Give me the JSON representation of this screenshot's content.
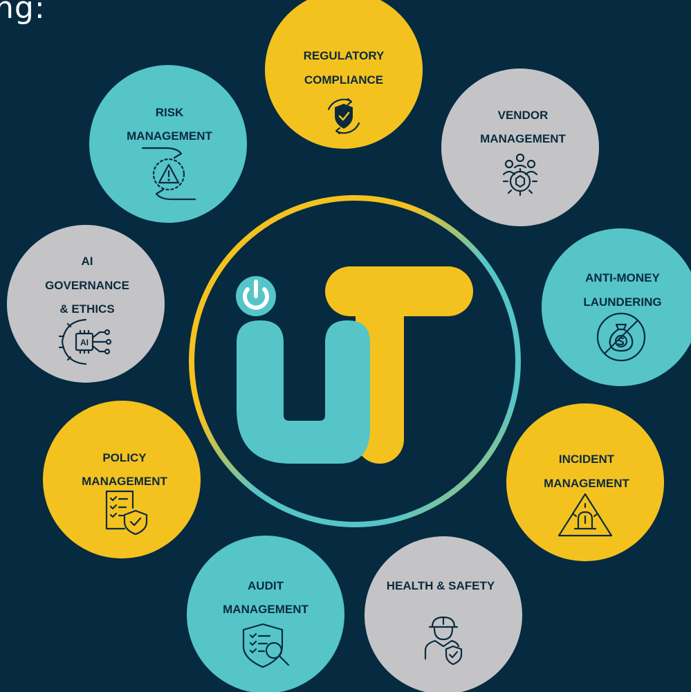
{
  "heading_fragment": "ng:",
  "logo": {
    "letters": "uT",
    "colors": {
      "teal": "#55c5c8",
      "yellow": "#f4c21f"
    }
  },
  "colors": {
    "background": "#062a40",
    "yellow": "#f4c21f",
    "teal": "#55c5c8",
    "gray": "#c4c4c6",
    "text": "#0b2a3d"
  },
  "circles": [
    {
      "id": "regulatory-compliance",
      "lines": [
        "REGULATORY",
        "COMPLIANCE"
      ],
      "color": "yellow",
      "icon": "shield-check-cycle-icon"
    },
    {
      "id": "vendor-management",
      "lines": [
        "VENDOR",
        "MANAGEMENT"
      ],
      "color": "gray",
      "icon": "people-gear-icon"
    },
    {
      "id": "anti-money-laundering",
      "lines": [
        "ANTI-MONEY",
        "LAUNDERING"
      ],
      "color": "teal",
      "icon": "no-money-bag-icon"
    },
    {
      "id": "incident-management",
      "lines": [
        "INCIDENT",
        "MANAGEMENT"
      ],
      "color": "yellow",
      "icon": "alarm-warning-icon"
    },
    {
      "id": "health-safety",
      "lines": [
        "HEALTH & SAFETY"
      ],
      "color": "gray",
      "icon": "worker-shield-icon"
    },
    {
      "id": "audit-management",
      "lines": [
        "AUDIT",
        "MANAGEMENT"
      ],
      "color": "teal",
      "icon": "checklist-shield-magnifier-icon"
    },
    {
      "id": "policy-management",
      "lines": [
        "POLICY",
        "MANAGEMENT"
      ],
      "color": "yellow",
      "icon": "document-shield-icon"
    },
    {
      "id": "ai-governance-ethics",
      "lines": [
        "AI",
        "GOVERNANCE",
        "& ETHICS"
      ],
      "color": "gray",
      "icon": "ai-chip-gear-icon"
    },
    {
      "id": "risk-management",
      "lines": [
        "RISK",
        "MANAGEMENT"
      ],
      "color": "teal",
      "icon": "hands-warning-icon"
    }
  ]
}
